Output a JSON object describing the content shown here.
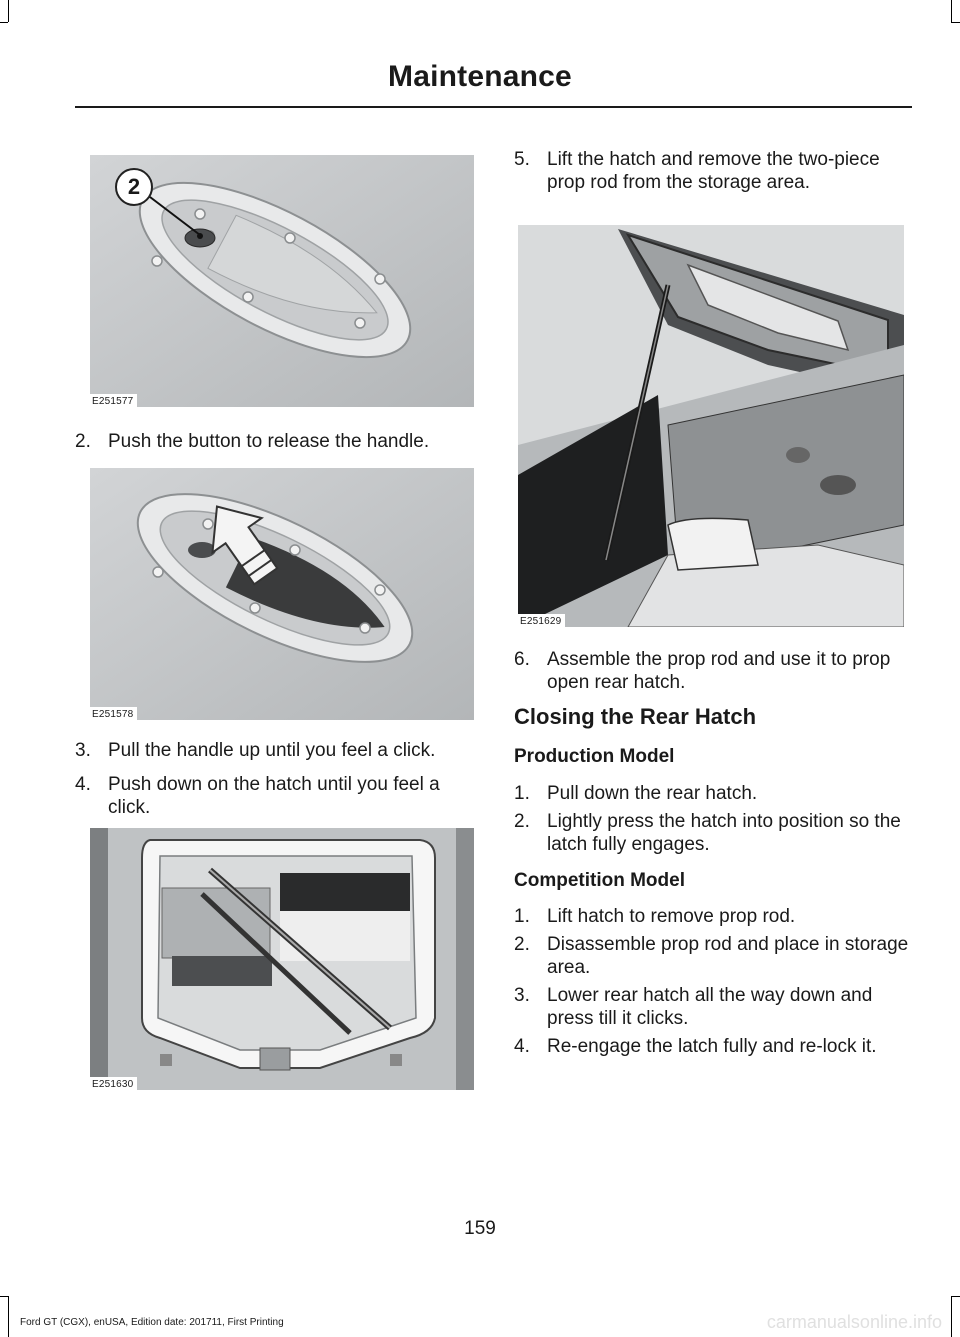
{
  "header": {
    "title": "Maintenance"
  },
  "figures": {
    "fig1": {
      "code": "E251577",
      "callout": "2"
    },
    "fig2": {
      "code": "E251578"
    },
    "fig3": {
      "code": "E251630"
    },
    "fig4": {
      "code": "E251629"
    }
  },
  "left_steps": [
    {
      "num": "2.",
      "text": "Push the button to release the handle."
    },
    {
      "num": "3.",
      "text": "Pull the handle up until you feel a click."
    },
    {
      "num": "4.",
      "text": "Push down on the hatch until you feel a click."
    }
  ],
  "right_steps": [
    {
      "num": "5.",
      "text": "Lift the hatch and remove the two-piece prop rod from the storage area."
    },
    {
      "num": "6.",
      "text": "Assemble the prop rod and use it to prop open rear hatch."
    }
  ],
  "closing": {
    "heading": "Closing the Rear Hatch",
    "production": {
      "heading": "Production Model",
      "steps": [
        {
          "num": "1.",
          "text": "Pull down the rear hatch."
        },
        {
          "num": "2.",
          "text": "Lightly press the hatch into position so the latch fully engages."
        }
      ]
    },
    "competition": {
      "heading": "Competition Model",
      "steps": [
        {
          "num": "1.",
          "text": "Lift hatch to remove prop rod."
        },
        {
          "num": "2.",
          "text": "Disassemble prop rod and place in storage area."
        },
        {
          "num": "3.",
          "text": "Lower rear hatch all the way down and press till it clicks."
        },
        {
          "num": "4.",
          "text": "Re-engage the latch fully and re-lock it."
        }
      ]
    }
  },
  "page_number": "159",
  "footer": "Ford GT (CGX), enUSA, Edition date: 201711, First Printing",
  "watermark": "carmanualsonline.info"
}
